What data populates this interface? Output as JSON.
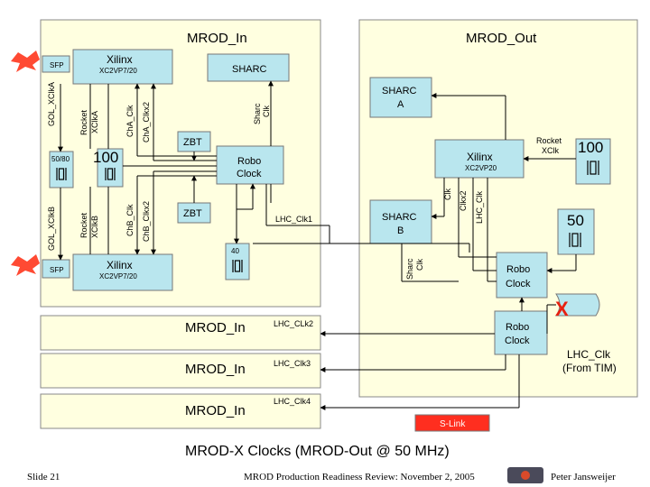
{
  "colors": {
    "panel": "#ffffe0",
    "block": "#b9e6ee",
    "slink": "#ff2e1f",
    "rocket": "#ff4a33",
    "cross": "#e82010"
  },
  "mrod_in_title": "MROD_In",
  "mrod_out_title": "MROD_Out",
  "xilinx_top": {
    "name": "Xilinx",
    "part": "XC2VP7/20"
  },
  "xilinx_bottom": {
    "name": "Xilinx",
    "part": "XC2VP7/20"
  },
  "xilinx_out": {
    "name": "Xilinx",
    "part": "XC2VP20"
  },
  "sharc_in": "SHARC",
  "sharc_a": [
    "SHARC",
    "A"
  ],
  "sharc_b": [
    "SHARC",
    "B"
  ],
  "zbt_top": "ZBT",
  "zbt_bottom": "ZBT",
  "robo_clock_in": [
    "Robo",
    "Clock"
  ],
  "robo_clock_out1": [
    "Robo",
    "Clock"
  ],
  "robo_clock_out2": [
    "Robo",
    "Clock"
  ],
  "sfp_top": "SFP",
  "sfp_bottom": "SFP",
  "crystal_5080": "50/80",
  "crystal_100_in": "100",
  "crystal_100_out": "100",
  "crystal_50": "50",
  "crystal_40": "40",
  "rocket_xclk_out": [
    "Rocket",
    "XClk"
  ],
  "vlabels": {
    "gol_a": "GOL_XClkA",
    "rocket_a": [
      "Rocket",
      "XClkA"
    ],
    "cha_clk": "ChA_Clk",
    "cha_clkx2": "ChA_Clkx2",
    "sharc_clk_in": [
      "Sharc",
      "Clk"
    ],
    "gol_b": "GOL_XClkB",
    "rocket_b": [
      "Rocket",
      "XClkB"
    ],
    "chb_clk": "ChB_Clk",
    "chb_clkx2": "ChB_Clkx2",
    "clk": "Clk",
    "clkx2": "Clkx2",
    "lhc_clk": "LHC_Clk",
    "sharc_clk_out": [
      "Sharc",
      "Clk"
    ]
  },
  "lhc_clk1": "LHC_Clk1",
  "lhc_clk2": "LHC_CLk2",
  "lhc_clk3": "LHC_Clk3",
  "lhc_clk4": "LHC_Clk4",
  "lhc_from_tim": [
    "LHC_Clk",
    "(From TIM)"
  ],
  "cross_mark": "X",
  "mrod_in_rows": [
    "MROD_In",
    "MROD_In",
    "MROD_In"
  ],
  "slink": "S-Link",
  "main_title": "MROD-X Clocks (MROD-Out @ 50 MHz)",
  "footer": {
    "slide": "Slide 21",
    "review": "MROD Production Readiness Review: November 2, 2005",
    "author": "Peter Jansweijer"
  }
}
